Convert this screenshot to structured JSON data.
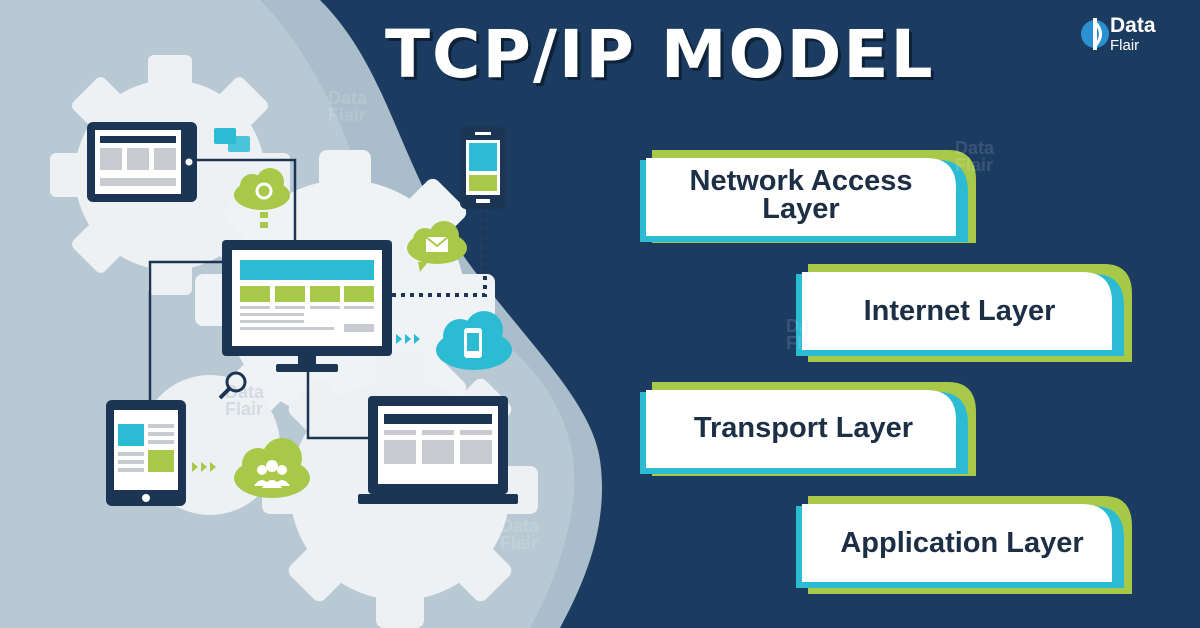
{
  "header": {
    "title": "TCP/IP MODEL"
  },
  "brand": {
    "word1": "Data",
    "word2": "Flair"
  },
  "layers": [
    {
      "label_line1": "Network Access",
      "label_line2": "Layer"
    },
    {
      "label": "Internet Layer"
    },
    {
      "label": "Transport Layer"
    },
    {
      "label": "Application Layer"
    }
  ],
  "colors": {
    "background": "#1b3c60",
    "left_panel": "#a9bcc9",
    "gear": "#f0f2f4",
    "device_frame": "#1c3554",
    "cyan": "#2bbcd4",
    "lime": "#a8c84a",
    "label_text": "#1c2f45"
  },
  "icons": [
    "tablet-icon",
    "chat-icon",
    "cloud-gear-icon",
    "smartphone-icon",
    "monitor-icon",
    "email-cloud-icon",
    "cloud-phone-icon",
    "magnifier-icon",
    "tablet-portrait-icon",
    "cloud-users-icon",
    "laptop-icon",
    "gear-icon"
  ]
}
